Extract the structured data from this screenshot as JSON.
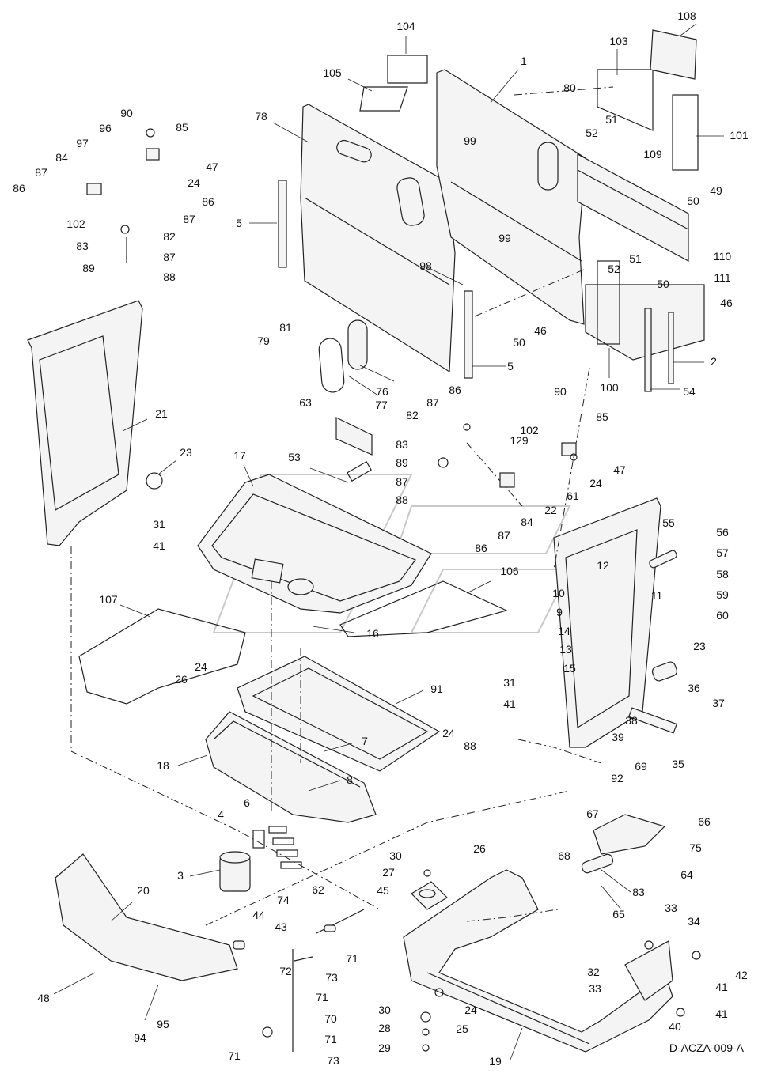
{
  "drawing_code": "D-ACZA-009-A",
  "callouts": [
    {
      "label": "104"
    },
    {
      "label": "108"
    },
    {
      "label": "1"
    },
    {
      "label": "105"
    },
    {
      "label": "103"
    },
    {
      "label": "78"
    },
    {
      "label": "80"
    },
    {
      "label": "101"
    },
    {
      "label": "51"
    },
    {
      "label": "52"
    },
    {
      "label": "99"
    },
    {
      "label": "109"
    },
    {
      "label": "49"
    },
    {
      "label": "50"
    },
    {
      "label": "5"
    },
    {
      "label": "99"
    },
    {
      "label": "51"
    },
    {
      "label": "110"
    },
    {
      "label": "52"
    },
    {
      "label": "98"
    },
    {
      "label": "111"
    },
    {
      "label": "50"
    },
    {
      "label": "46"
    },
    {
      "label": "46"
    },
    {
      "label": "50"
    },
    {
      "label": "2"
    },
    {
      "label": "5"
    },
    {
      "label": "100"
    },
    {
      "label": "54"
    },
    {
      "label": "81"
    },
    {
      "label": "79"
    },
    {
      "label": "76"
    },
    {
      "label": "77"
    },
    {
      "label": "90"
    },
    {
      "label": "85"
    },
    {
      "label": "96"
    },
    {
      "label": "97"
    },
    {
      "label": "84"
    },
    {
      "label": "87"
    },
    {
      "label": "86"
    },
    {
      "label": "47"
    },
    {
      "label": "24"
    },
    {
      "label": "86"
    },
    {
      "label": "102"
    },
    {
      "label": "87"
    },
    {
      "label": "83"
    },
    {
      "label": "82"
    },
    {
      "label": "87"
    },
    {
      "label": "89"
    },
    {
      "label": "88"
    },
    {
      "label": "21"
    },
    {
      "label": "23"
    },
    {
      "label": "31"
    },
    {
      "label": "41"
    },
    {
      "label": "63"
    },
    {
      "label": "17"
    },
    {
      "label": "53"
    },
    {
      "label": "86"
    },
    {
      "label": "87"
    },
    {
      "label": "82"
    },
    {
      "label": "83"
    },
    {
      "label": "89"
    },
    {
      "label": "87"
    },
    {
      "label": "88"
    },
    {
      "label": "90"
    },
    {
      "label": "102"
    },
    {
      "label": "85"
    },
    {
      "label": "129"
    },
    {
      "label": "47"
    },
    {
      "label": "24"
    },
    {
      "label": "61"
    },
    {
      "label": "22"
    },
    {
      "label": "84"
    },
    {
      "label": "86"
    },
    {
      "label": "87"
    },
    {
      "label": "55"
    },
    {
      "label": "56"
    },
    {
      "label": "57"
    },
    {
      "label": "58"
    },
    {
      "label": "59"
    },
    {
      "label": "60"
    },
    {
      "label": "12"
    },
    {
      "label": "10"
    },
    {
      "label": "11"
    },
    {
      "label": "9"
    },
    {
      "label": "14"
    },
    {
      "label": "13"
    },
    {
      "label": "15"
    },
    {
      "label": "106"
    },
    {
      "label": "107"
    },
    {
      "label": "16"
    },
    {
      "label": "23"
    },
    {
      "label": "24"
    },
    {
      "label": "26"
    },
    {
      "label": "31"
    },
    {
      "label": "41"
    },
    {
      "label": "36"
    },
    {
      "label": "37"
    },
    {
      "label": "38"
    },
    {
      "label": "39"
    },
    {
      "label": "35"
    },
    {
      "label": "91"
    },
    {
      "label": "7"
    },
    {
      "label": "24"
    },
    {
      "label": "88"
    },
    {
      "label": "18"
    },
    {
      "label": "8"
    },
    {
      "label": "69"
    },
    {
      "label": "92"
    },
    {
      "label": "67"
    },
    {
      "label": "66"
    },
    {
      "label": "4"
    },
    {
      "label": "6"
    },
    {
      "label": "68"
    },
    {
      "label": "75"
    },
    {
      "label": "64"
    },
    {
      "label": "83"
    },
    {
      "label": "65"
    },
    {
      "label": "3"
    },
    {
      "label": "30"
    },
    {
      "label": "26"
    },
    {
      "label": "27"
    },
    {
      "label": "62"
    },
    {
      "label": "20"
    },
    {
      "label": "74"
    },
    {
      "label": "45"
    },
    {
      "label": "44"
    },
    {
      "label": "43"
    },
    {
      "label": "33"
    },
    {
      "label": "34"
    },
    {
      "label": "71"
    },
    {
      "label": "72"
    },
    {
      "label": "73"
    },
    {
      "label": "32"
    },
    {
      "label": "33"
    },
    {
      "label": "42"
    },
    {
      "label": "41"
    },
    {
      "label": "48"
    },
    {
      "label": "71"
    },
    {
      "label": "70"
    },
    {
      "label": "24"
    },
    {
      "label": "25"
    },
    {
      "label": "30"
    },
    {
      "label": "95"
    },
    {
      "label": "41"
    },
    {
      "label": "40"
    },
    {
      "label": "94"
    },
    {
      "label": "28"
    },
    {
      "label": "71"
    },
    {
      "label": "71"
    },
    {
      "label": "29"
    },
    {
      "label": "73"
    },
    {
      "label": "19"
    }
  ]
}
